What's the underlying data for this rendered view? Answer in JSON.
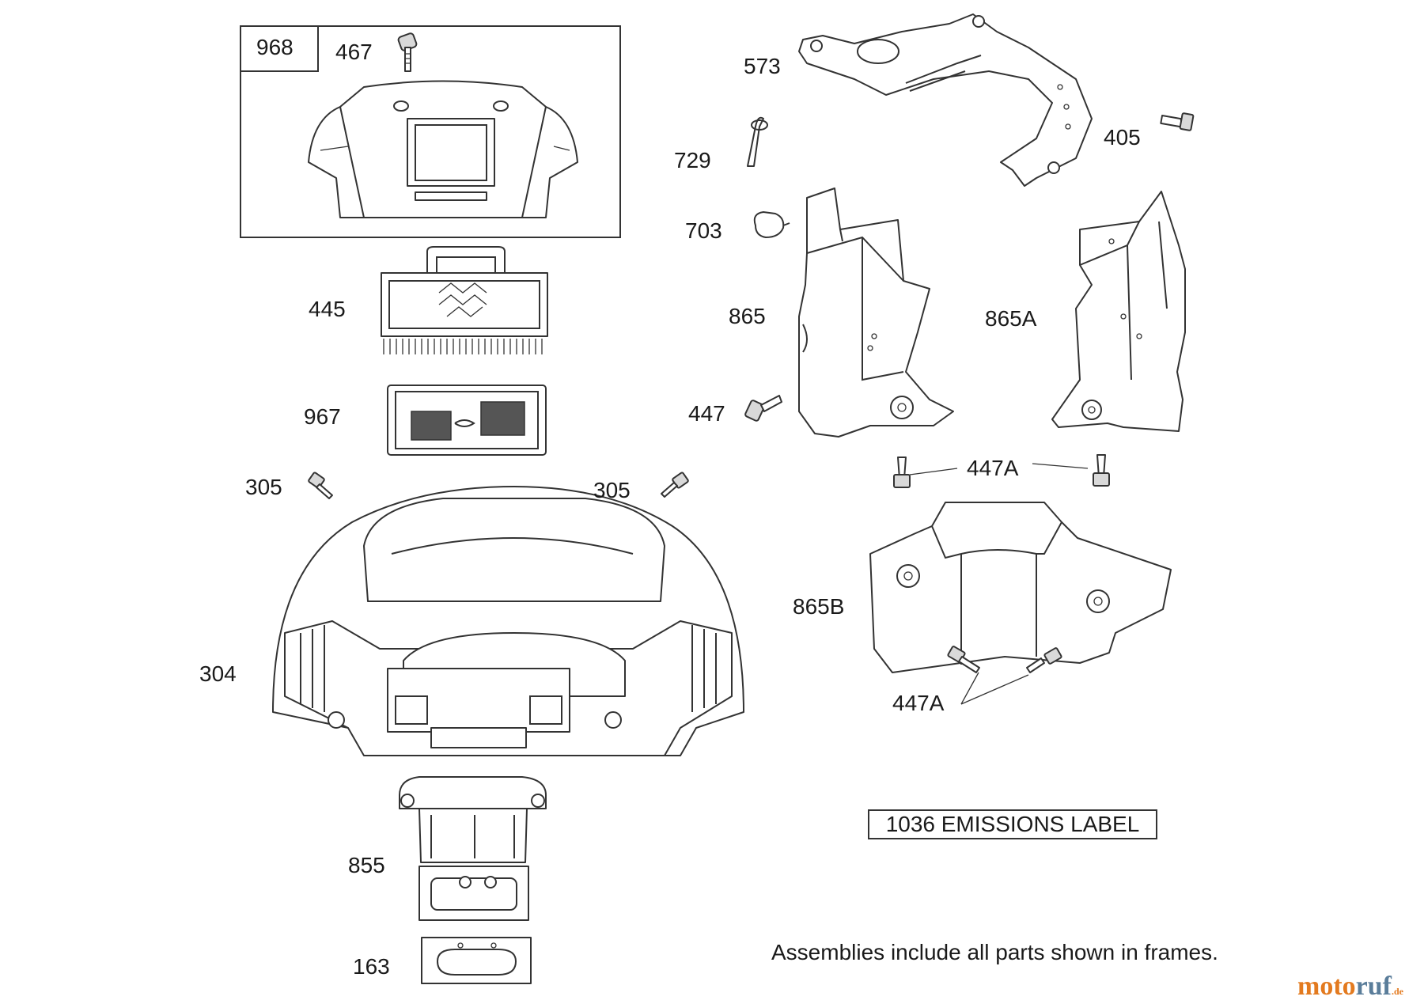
{
  "labels": {
    "p968": "968",
    "p467": "467",
    "p445": "445",
    "p967": "967",
    "p305_left": "305",
    "p305_right": "305",
    "p304": "304",
    "p855": "855",
    "p163": "163",
    "p573": "573",
    "p729": "729",
    "p405": "405",
    "p703": "703",
    "p865": "865",
    "p865A": "865A",
    "p447": "447",
    "p447A_top": "447A",
    "p865B": "865B",
    "p447A_bottom": "447A"
  },
  "emissions_label": "1036 EMISSIONS LABEL",
  "assembly_note": "Assemblies include all parts shown in frames.",
  "watermark": {
    "part1": "moto",
    "part2": "ruf",
    "suffix": ".de"
  },
  "colors": {
    "line": "#333333",
    "watermark_orange": "#e37a1f",
    "watermark_blue": "#5a7d9a"
  }
}
